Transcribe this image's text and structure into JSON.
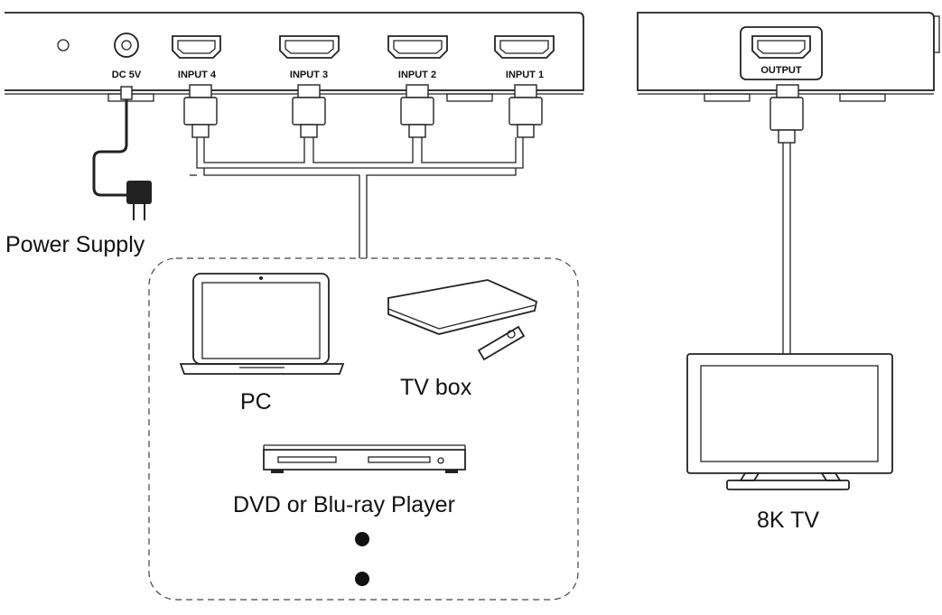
{
  "switch_box": {
    "power_port_label": "DC 5V",
    "inputs": [
      "INPUT 4",
      "INPUT 3",
      "INPUT 2",
      "INPUT 1"
    ]
  },
  "output_box": {
    "output_label": "OUTPUT"
  },
  "labels": {
    "power_supply": "Power Supply",
    "pc": "PC",
    "tv_box": "TV box",
    "dvd": "DVD or Blu-ray Player",
    "tv": "8K TV"
  },
  "icons": [
    "power-adapter-icon",
    "laptop-icon",
    "tv-box-icon",
    "remote-icon",
    "dvd-player-icon",
    "tv-icon",
    "hdmi-port-icon",
    "hdmi-plug-icon"
  ]
}
